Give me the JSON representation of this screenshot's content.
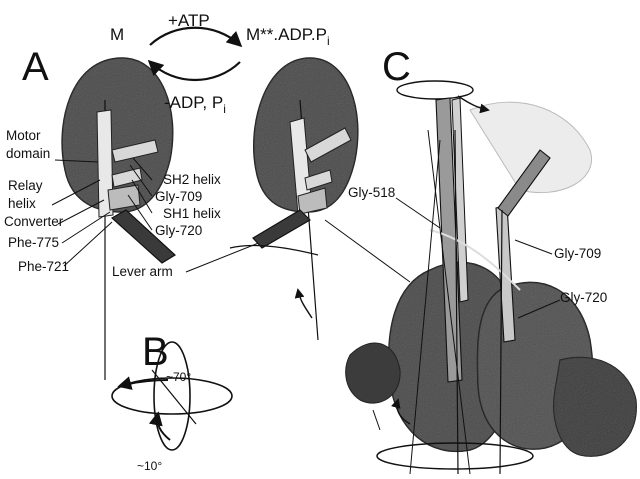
{
  "figure": {
    "panels": {
      "a": "A",
      "b": "B",
      "c": "C"
    },
    "states": {
      "rest": "M",
      "primed": "M**.ADP.P",
      "primed_sub": "i"
    },
    "reaction": {
      "forward": "+ATP",
      "reverse": "-ADP, P",
      "reverse_sub": "i"
    },
    "panel_a_labels": {
      "motor_domain_1": "Motor",
      "motor_domain_2": "domain",
      "relay_helix_1": "Relay",
      "relay_helix_2": "helix",
      "converter": "Converter",
      "phe775": "Phe-775",
      "phe721": "Phe-721",
      "sh2_helix": "SH2 helix",
      "gly709": "Gly-709",
      "sh1_helix": "SH1 helix",
      "gly720": "Gly-720",
      "lever_arm": "Lever arm"
    },
    "panel_b_labels": {
      "angle_large": "~70°",
      "angle_small": "~10°"
    },
    "panel_c_labels": {
      "gly518": "Gly-518",
      "gly709": "Gly-709",
      "gly720": "Gly-720"
    }
  },
  "colors": {
    "domain_fill": "#4a4a4a",
    "helix_fill": "#e8e8e8",
    "line": "#111111",
    "background": "#ffffff"
  }
}
